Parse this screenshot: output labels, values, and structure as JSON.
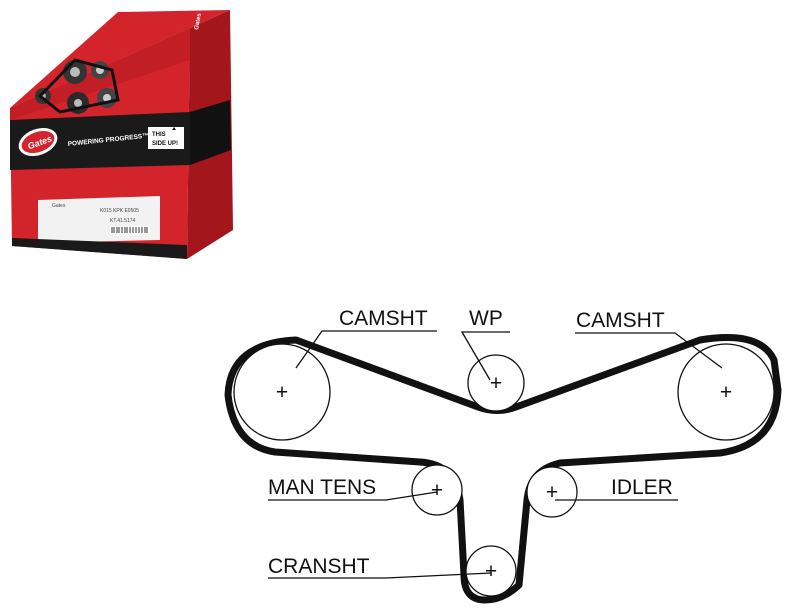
{
  "product_box": {
    "brand": "Gates",
    "slogan": "POWERING PROGRESS™",
    "orientation_line1": "THIS",
    "orientation_line2": "SIDE UP!",
    "label_code1": "K015 KPK E0505",
    "label_code2": "KT.41.5174"
  },
  "diagram": {
    "labels": {
      "camsht_left": "CAMSHT",
      "wp": "WP",
      "camsht_right": "CAMSHT",
      "man_tens": "MAN TENS",
      "idler": "IDLER",
      "cranksht": "CRANSHT"
    },
    "pulley_mark": "+"
  },
  "colors": {
    "box_red": "#d4242b",
    "box_dark_red": "#a3161c",
    "box_black": "#1a1a1a",
    "belt": "#111111"
  },
  "icons": [
    "gates-logo-icon",
    "up-arrow-icon",
    "pulley-kit-photo"
  ]
}
